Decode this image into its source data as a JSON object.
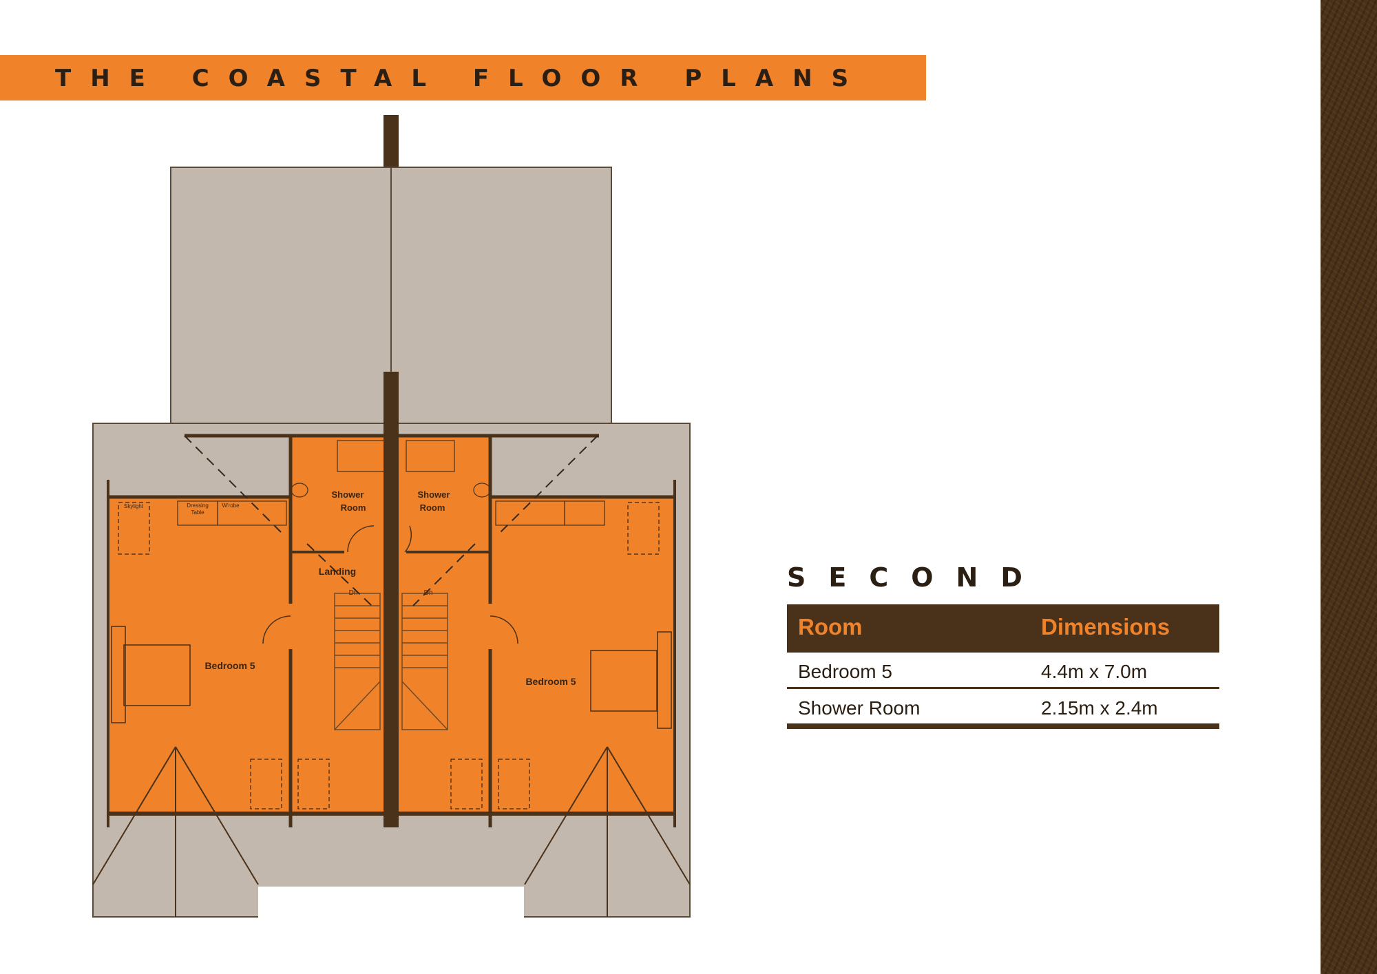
{
  "title": "THE COASTAL FLOOR PLANS",
  "floor": "SECOND",
  "plan": {
    "labels": {
      "bedroom_left": "Bedroom 5",
      "bedroom_right": "Bedroom 5",
      "shower_left_1": "Shower",
      "shower_left_2": "Room",
      "shower_right_1": "Shower",
      "shower_right_2": "Room",
      "landing": "Landing",
      "dn_left": "Dn",
      "dn_right": "Dn",
      "skylight": "Skylight",
      "dressing_1": "Dressing",
      "dressing_2": "Table",
      "wrobe": "W'robe"
    }
  },
  "table": {
    "headers": {
      "room": "Room",
      "dimensions": "Dimensions"
    },
    "rows": [
      {
        "room": "Bedroom 5",
        "dimensions": "4.4m x 7.0m"
      },
      {
        "room": "Shower Room",
        "dimensions": "2.15m x 2.4m"
      }
    ]
  },
  "colors": {
    "accent_orange": "#f0822a",
    "dark_brown": "#4a3119",
    "roof_grey": "#c2b8ae"
  }
}
